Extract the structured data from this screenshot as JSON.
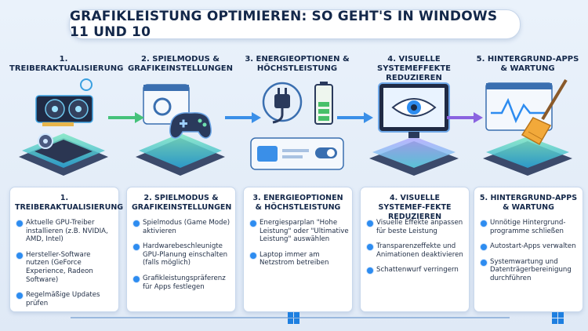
{
  "title": "GRAFIKLEISTUNG OPTIMIEREN: SO GEHT'S IN WINDOWS 11 UND 10",
  "columns": [
    {
      "header": "1. TREIBERAKTUALISIERUNG",
      "card_title": "1. TREIBERAKTUALISIERUNG",
      "icon": "graphics-card-icon",
      "bullets": [
        "Aktuelle GPU-Treiber installieren (z.B. NVIDIA, AMD, Intel)",
        "Hersteller-Software nutzen (GeForce Experience, Radeon Software)",
        "Regelmäßige Updates prüfen"
      ]
    },
    {
      "header": "2. SPIELMODUS & GRAFIKEINSTELLUNGEN",
      "card_title": "2. SPIELMODUS & GRAFIKEINSTELLUNGEN",
      "icon": "gamepad-icon",
      "bullets": [
        "Spielmodus (Game Mode) aktivieren",
        "Hardwarebeschleunigte GPU-Planung einschalten (falls möglich)",
        "Grafikleistungspräferenz für Apps festlegen"
      ]
    },
    {
      "header": "3. ENERGIEOPTIONEN & HÖCHSTLEISTUNG",
      "card_title": "3. ENERGIEOPTIONEN & HÖCHSTLEISTUNG",
      "icon": "power-plug-icon",
      "bullets": [
        "Energiesparplan \"Hohe Leistung\" oder \"Ultimative Leistung\" auswählen",
        "Laptop immer am Netzstrom betreiben"
      ]
    },
    {
      "header": "4. VISUELLE SYSTEMEFFEKTE REDUZIEREN",
      "card_title": "4. VISUELLE SYSTEMEF-FEKTE REDUZIEREN",
      "icon": "monitor-eye-icon",
      "bullets": [
        "Visuelle Effekte anpassen für beste Leistung",
        "Transparenzeffekte und Animationen deaktivieren",
        "Schattenwurf verringern"
      ]
    },
    {
      "header": "5. HINTERGRUND-APPS & WARTUNG",
      "card_title": "5. HINTERGRUND-APPS & WARTUNG",
      "icon": "broom-icon",
      "bullets": [
        "Unnötige Hintergrund-programme schließen",
        "Autostart-Apps verwalten",
        "Systemwartung und Datenträgerbereinigung durchführen"
      ]
    }
  ],
  "colors": {
    "accent": "#2d8cf0",
    "arrow_green": "#45c27a",
    "arrow_blue": "#3a8fe8",
    "arrow_purple": "#8a63e0",
    "glow": "#5fd6a6"
  }
}
